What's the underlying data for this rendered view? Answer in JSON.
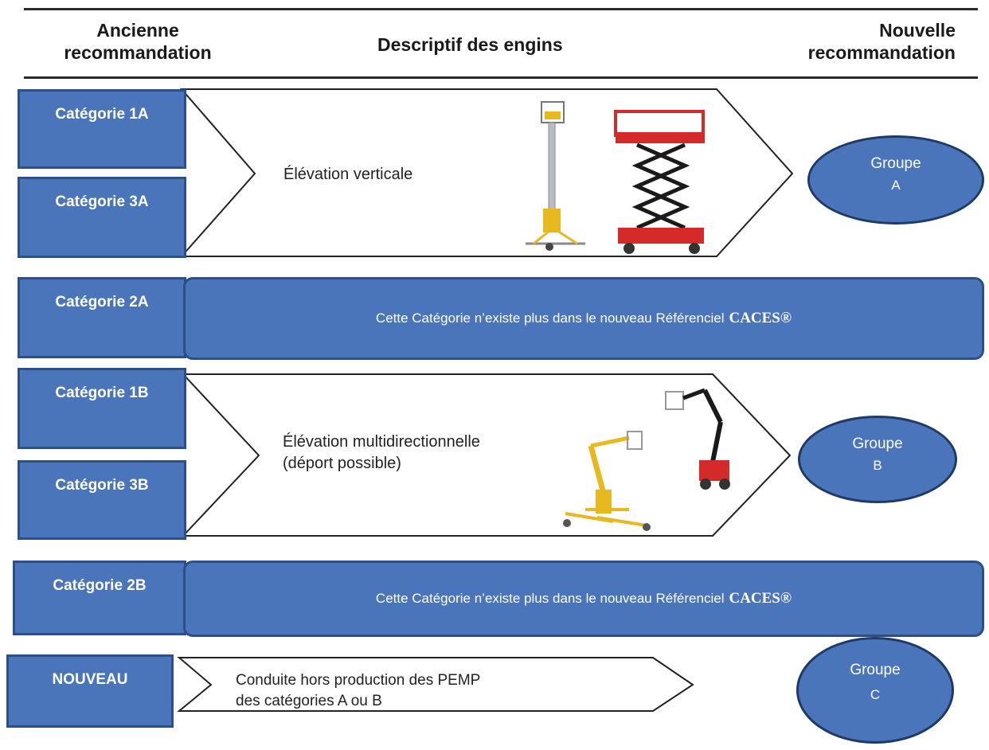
{
  "header": {
    "col_old": "Ancienne recommandation",
    "col_old_line1": "Ancienne",
    "col_old_line2": "recommandation",
    "col_desc": "Descriptif des engins",
    "col_new_line1": "Nouvelle",
    "col_new_line2": "recommandation"
  },
  "rows": {
    "cat_1a": "Catégorie 1A",
    "cat_3a": "Catégorie 3A",
    "cat_2a": "Catégorie 2A",
    "cat_1b": "Catégorie 1B",
    "cat_3b": "Catégorie 3B",
    "cat_2b": "Catégorie 2B",
    "nouveau": "NOUVEAU"
  },
  "descriptions": {
    "vertical": "Élévation verticale",
    "multi_line1": "Élévation multidirectionnelle",
    "multi_line2": "(déport possible)",
    "conduite_line1": "Conduite hors production des PEMP",
    "conduite_line2": "des catégories A ou B"
  },
  "banners": {
    "text": "Cette Catégorie n’existe plus dans le nouveau Référenciel",
    "brand": "CACES®"
  },
  "groups": {
    "a_word": "Groupe",
    "a_letter": "A",
    "b_word": "Groupe",
    "b_letter": "B",
    "c_word": "Groupe",
    "c_letter": "C"
  },
  "colors": {
    "box_fill": "#4a75bb",
    "box_border": "#2c4f86",
    "machine_red": "#d42a2a",
    "machine_yellow": "#e8b820"
  }
}
